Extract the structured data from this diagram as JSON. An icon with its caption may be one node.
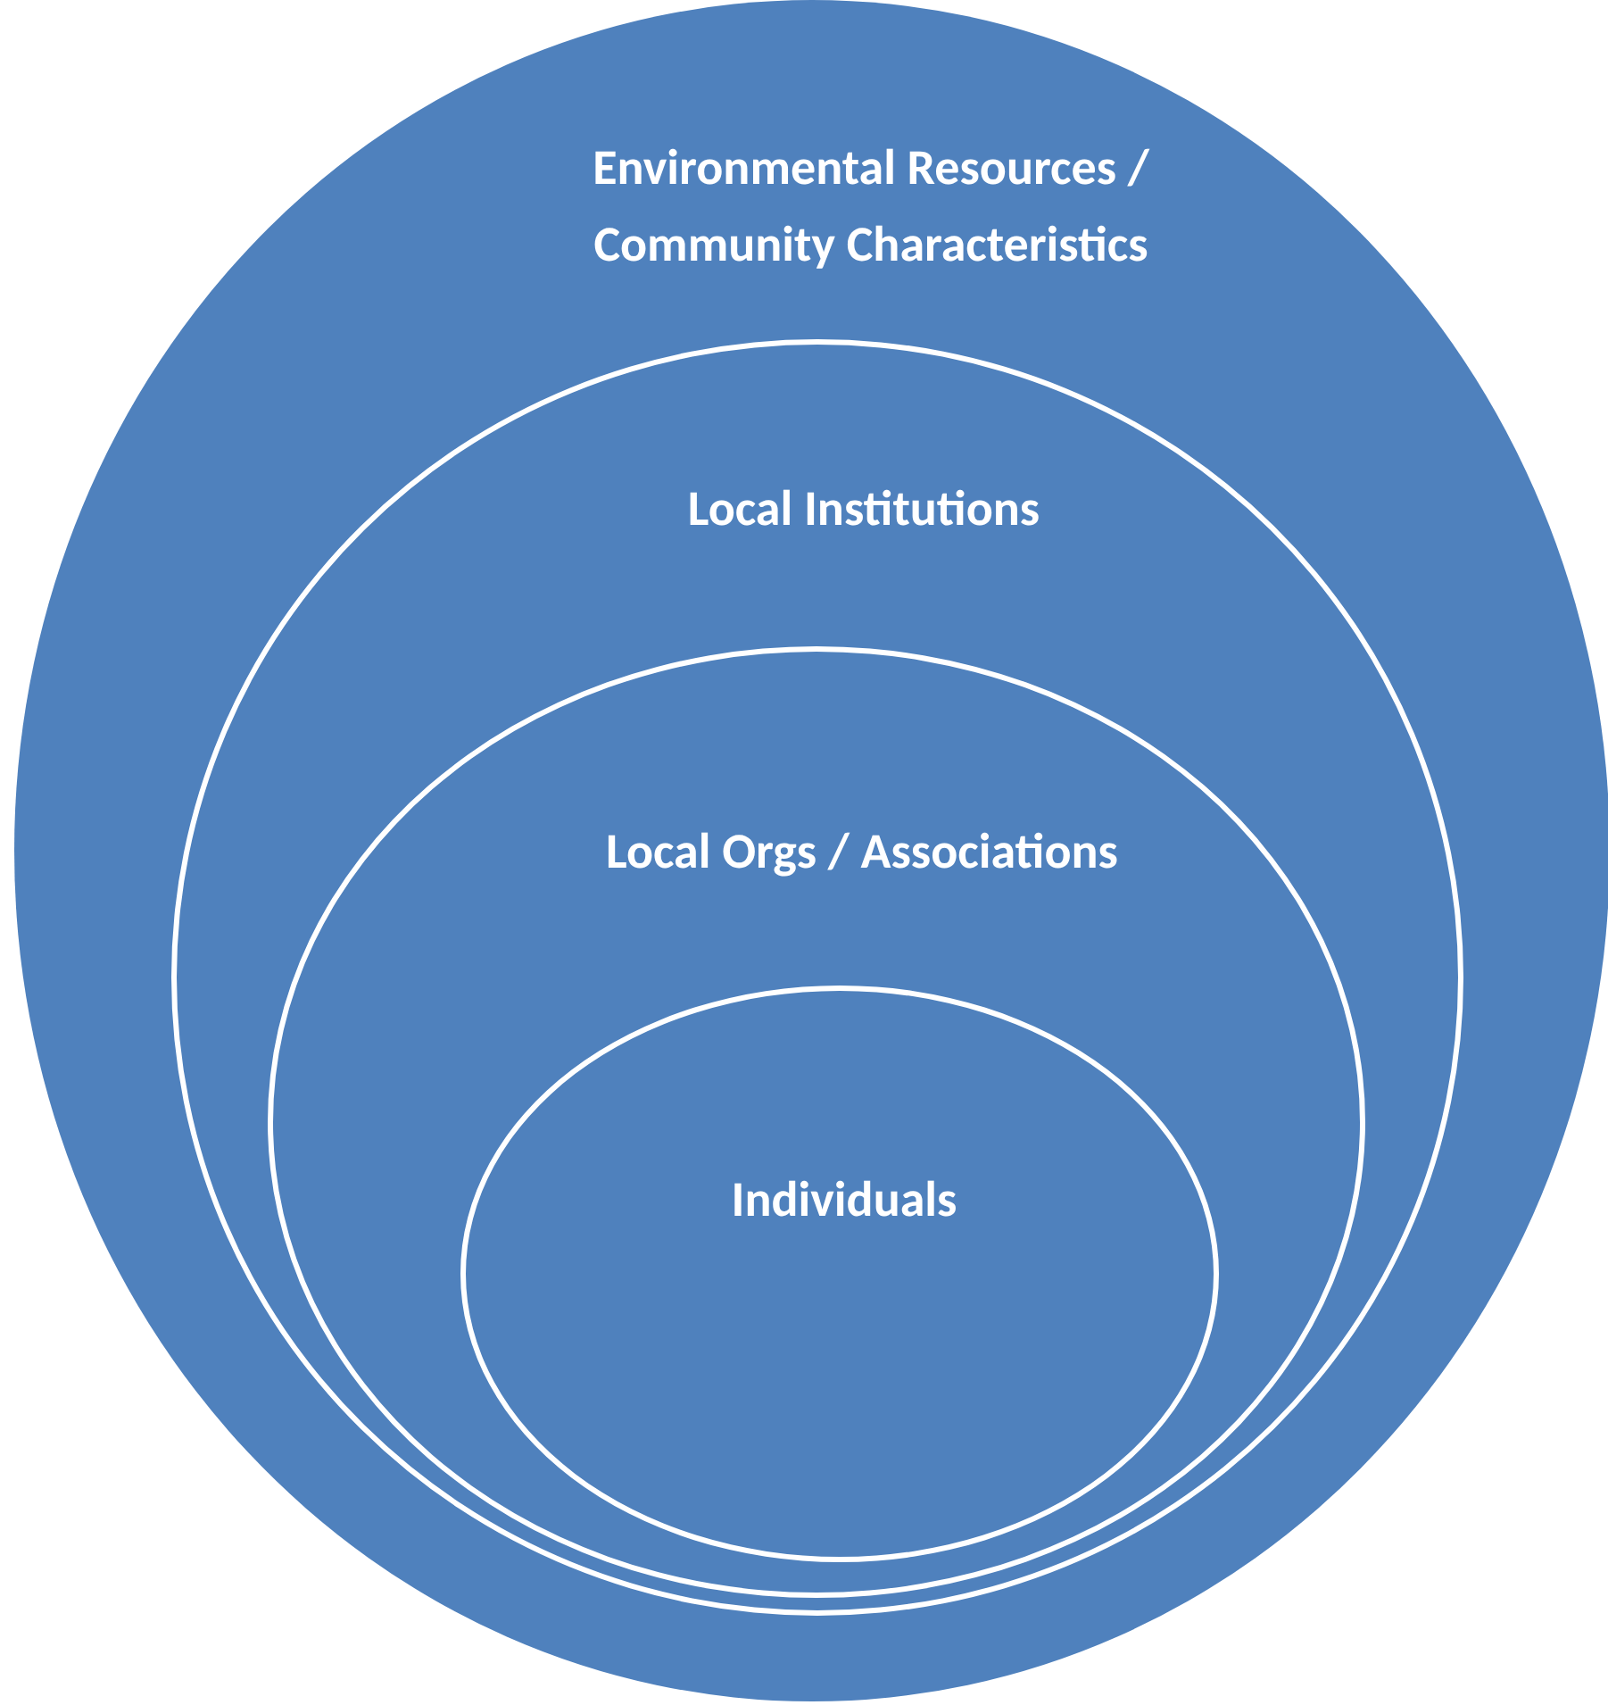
{
  "diagram": {
    "nodes": [
      {
        "text": [
          "Environmental Resources / Community Characteristics"
        ]
      },
      {
        "text": [
          "Local Institutions"
        ],
        "in": 0
      },
      {
        "text": [
          "Local Orgs / Associations"
        ],
        "in": 1
      },
      {
        "text": [
          "Individuals"
        ],
        "in": 2
      }
    ]
  }
}
